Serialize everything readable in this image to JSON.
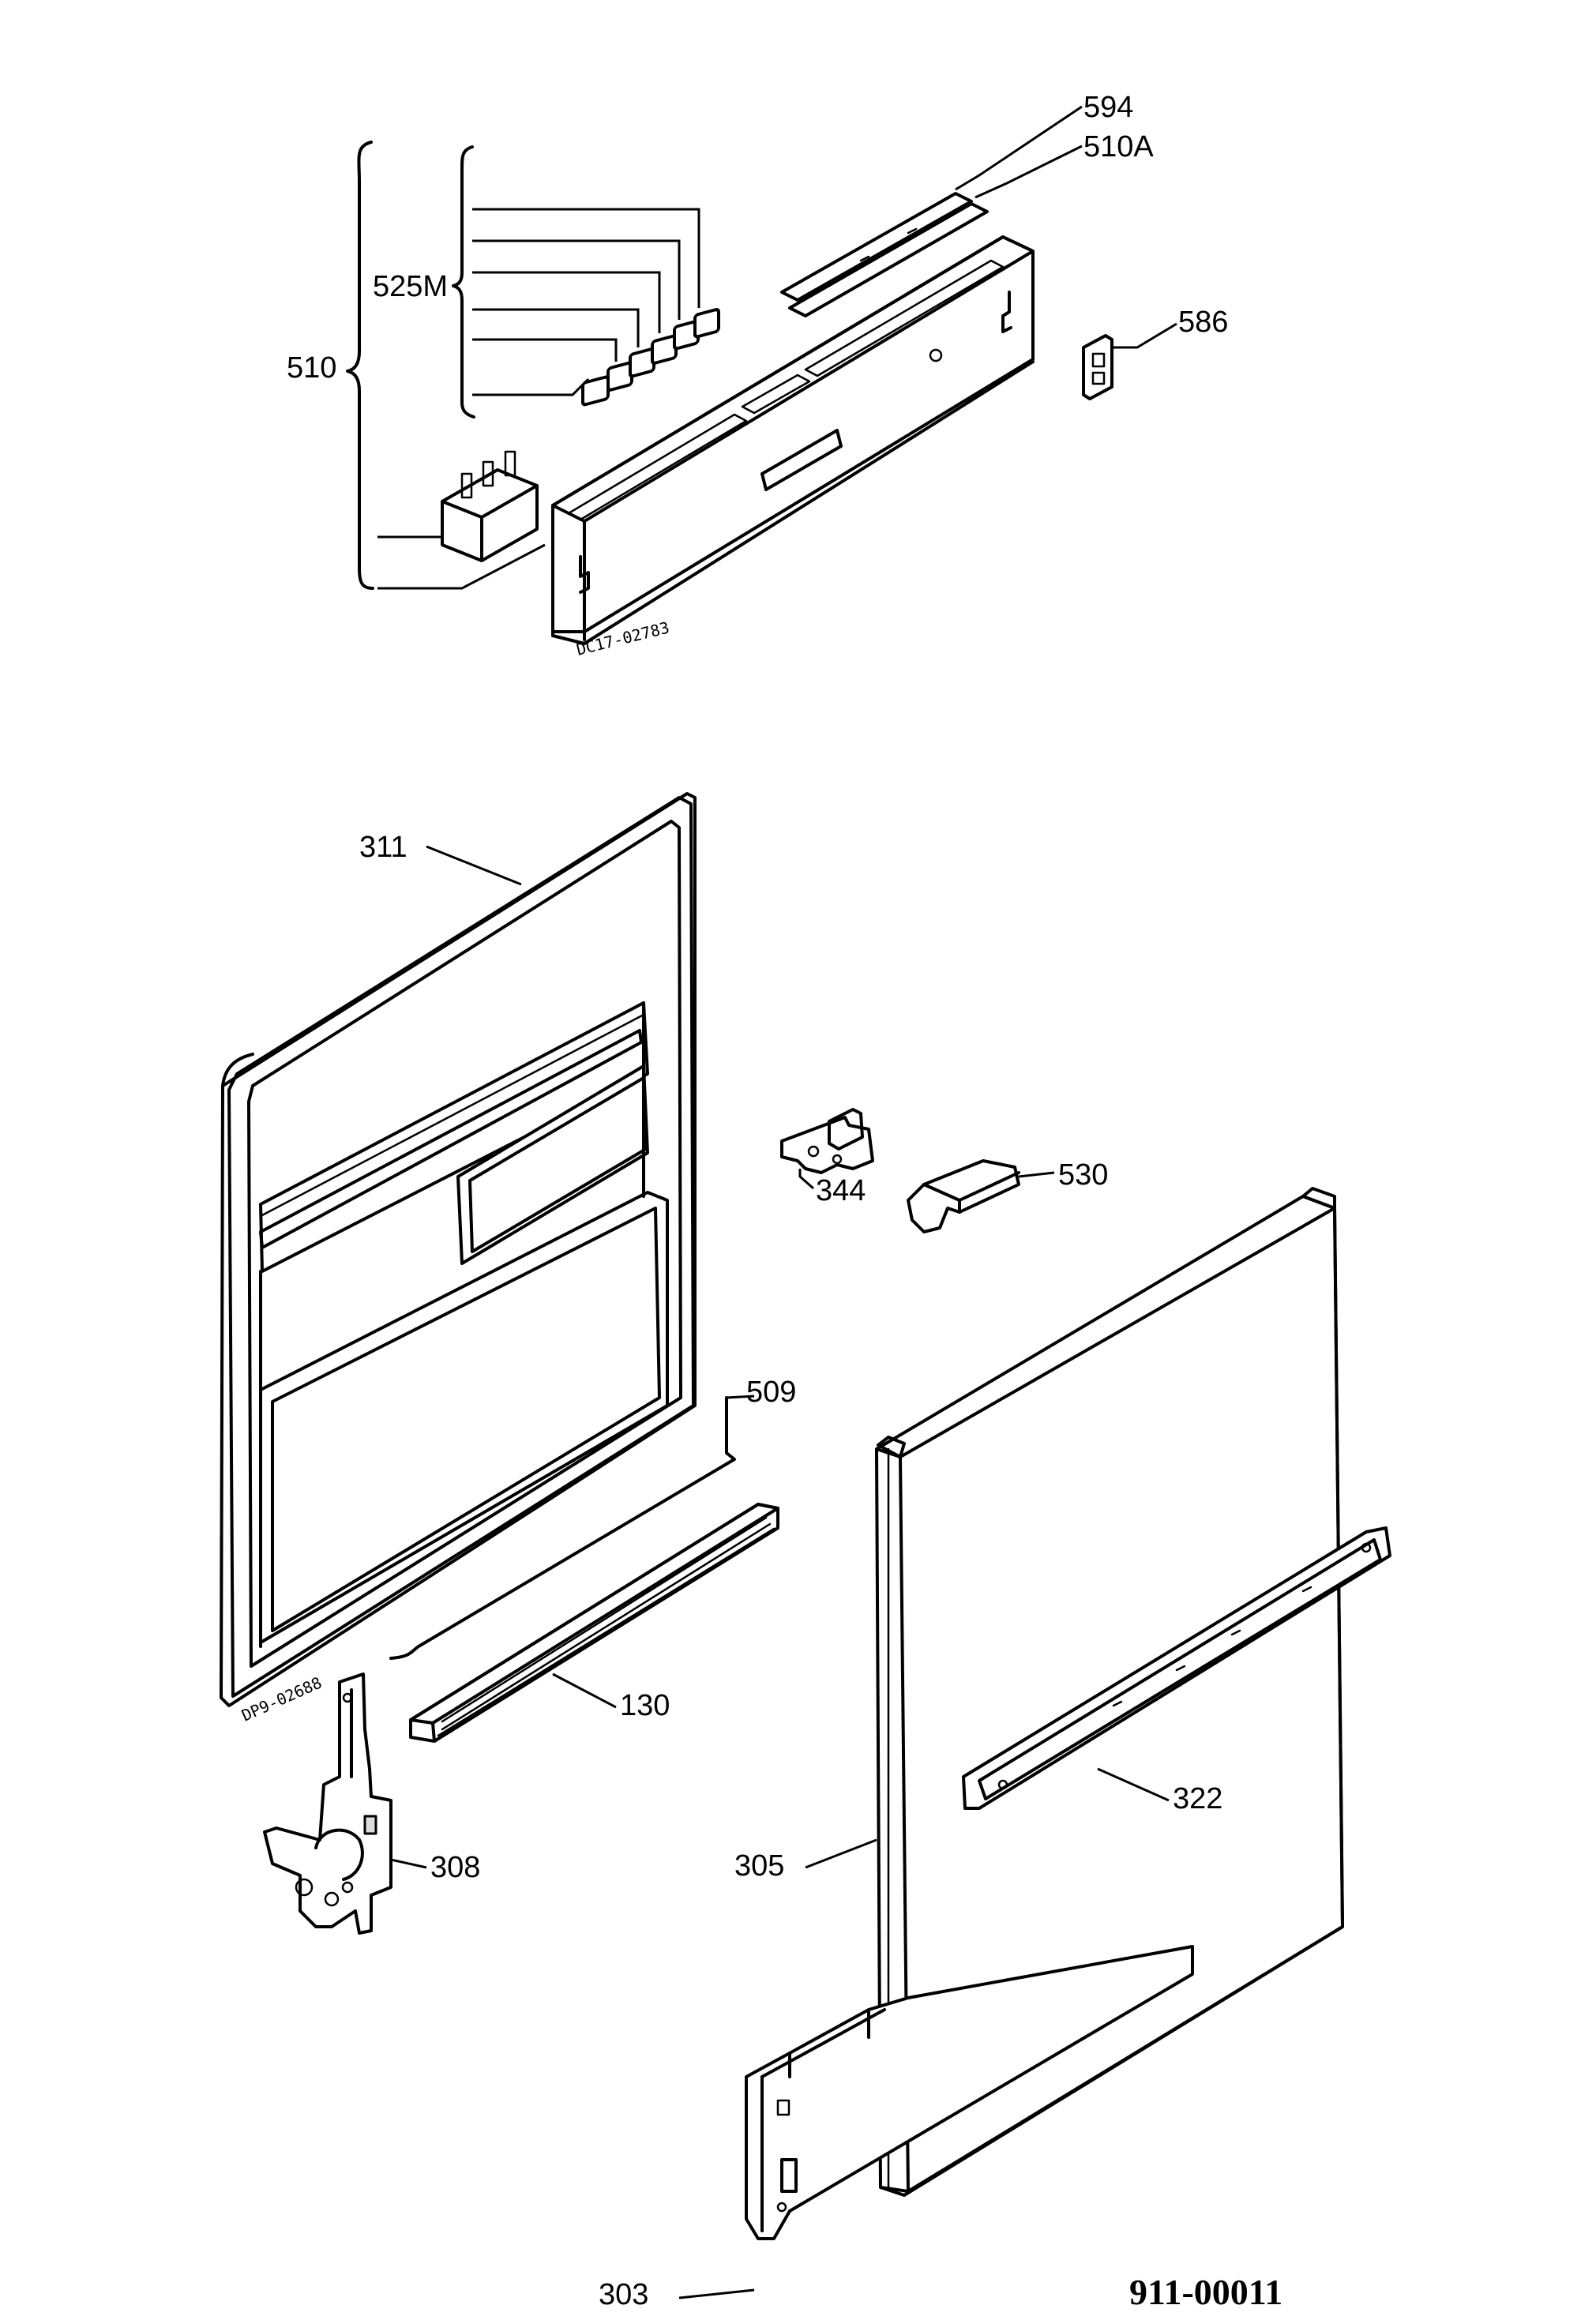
{
  "labels": {
    "p594": "594",
    "p510a": "510A",
    "p525m": "525M",
    "p510": "510",
    "p586": "586",
    "p311": "311",
    "p344": "344",
    "p530": "530",
    "p509": "509",
    "p130": "130",
    "p322": "322",
    "p308": "308",
    "p305": "305",
    "p303": "303"
  },
  "drawing_codes": {
    "panel": "DC17-02783",
    "door": "DP9-02688"
  },
  "document_number": "911-00011"
}
